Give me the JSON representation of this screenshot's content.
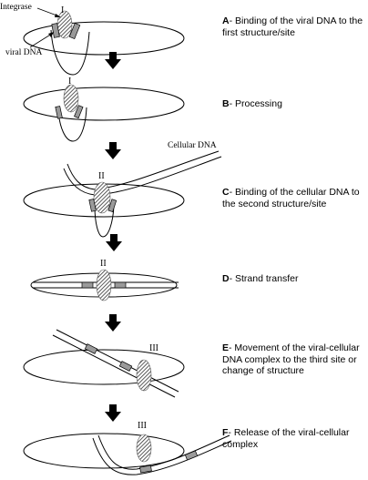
{
  "labels": {
    "integrase": "Integrase",
    "viral_dna": "viral DNA",
    "cellular_dna": "Cellular DNA"
  },
  "site_labels": {
    "a": "I",
    "b": "I",
    "c": "II",
    "d": "II",
    "e": "III",
    "f": "III"
  },
  "steps": [
    {
      "letter": "A",
      "text": "- Binding of the viral DNA to the first structure/site"
    },
    {
      "letter": "B",
      "text": "- Processing"
    },
    {
      "letter": "C",
      "text": "- Binding of the cellular DNA to the second structure/site"
    },
    {
      "letter": "D",
      "text": "- Strand transfer"
    },
    {
      "letter": "E",
      "text": "- Movement of the viral-cellular DNA complex to the third site or change of structure"
    },
    {
      "letter": "F",
      "text": "- Release of the viral-cellular complex"
    }
  ]
}
